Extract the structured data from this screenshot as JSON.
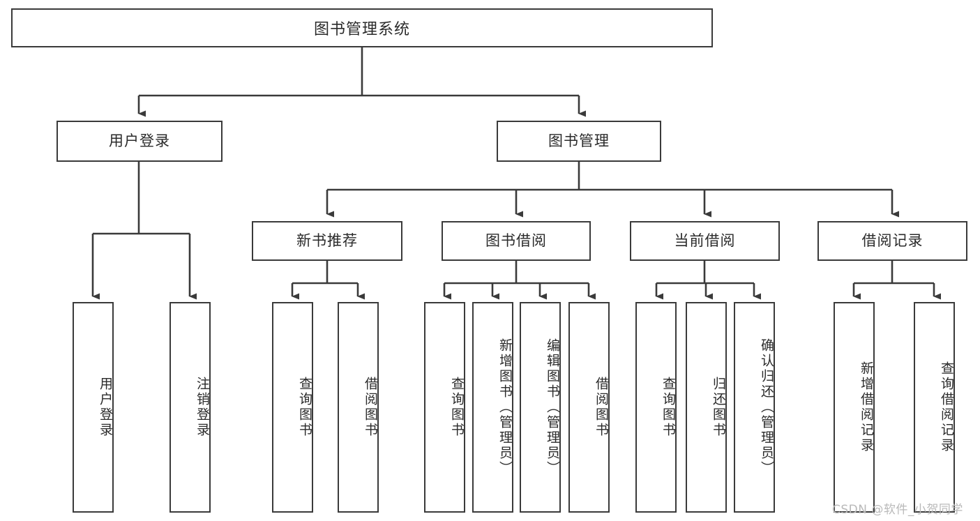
{
  "diagram": {
    "title": "图书管理系统",
    "type": "hierarchy-tree",
    "watermark": "CSDN @软件_小贺同学",
    "colors": {
      "stroke": "#3a3a3a",
      "text": "#2a2a2a",
      "background": "#ffffff",
      "watermark": "#b9b9b9"
    },
    "levels": {
      "root": {
        "label": "图书管理系统"
      },
      "level2": [
        {
          "label": "用户登录"
        },
        {
          "label": "图书管理"
        }
      ],
      "level3": [
        {
          "label": "新书推荐"
        },
        {
          "label": "图书借阅"
        },
        {
          "label": "当前借阅"
        },
        {
          "label": "借阅记录"
        }
      ],
      "leaves": [
        {
          "label": "用户登录",
          "parent": "用户登录"
        },
        {
          "label": "注销登录",
          "parent": "用户登录"
        },
        {
          "label": "查询图书",
          "parent": "新书推荐"
        },
        {
          "label": "借阅图书",
          "parent": "新书推荐"
        },
        {
          "label": "查询图书",
          "parent": "图书借阅"
        },
        {
          "label": "新增图书（管理员）",
          "parent": "图书借阅"
        },
        {
          "label": "编辑图书（管理员）",
          "parent": "图书借阅"
        },
        {
          "label": "借阅图书",
          "parent": "图书借阅"
        },
        {
          "label": "查询图书",
          "parent": "当前借阅"
        },
        {
          "label": "归还图书",
          "parent": "当前借阅"
        },
        {
          "label": "确认归还（管理员）",
          "parent": "当前借阅"
        },
        {
          "label": "新增借阅记录",
          "parent": "借阅记录"
        },
        {
          "label": "查询借阅记录",
          "parent": "借阅记录"
        }
      ]
    }
  }
}
